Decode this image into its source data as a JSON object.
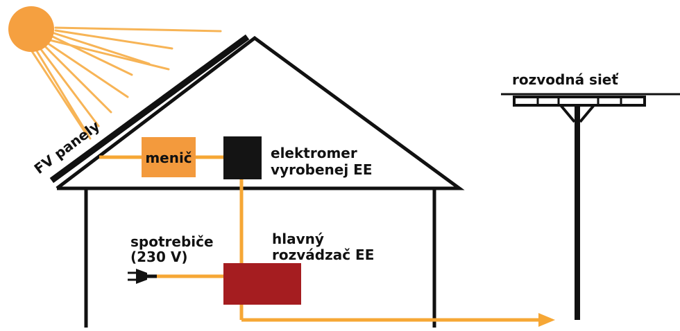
{
  "labels": {
    "panels": "FV panely",
    "inverter": "menič",
    "meter_line1": "elektromer",
    "meter_line2": "vyrobenej EE",
    "appliances_line1": "spotrebiče",
    "appliances_line2": "(230 V)",
    "switchboard_line1": "hlavný",
    "switchboard_line2": "rozvádzač EE",
    "grid": "rozvodná sieť"
  },
  "colors": {
    "sun": "#f5a040",
    "sun_rays": "#f7b456",
    "wire": "#f6a735",
    "inverter": "#f39a3d",
    "meter": "#141414",
    "switchboard": "#a51d20",
    "structure": "#111111",
    "background": "#ffffff"
  },
  "icons": {
    "sun": "sun-icon",
    "plug": "plug-icon",
    "pole": "utility-pole-icon"
  }
}
